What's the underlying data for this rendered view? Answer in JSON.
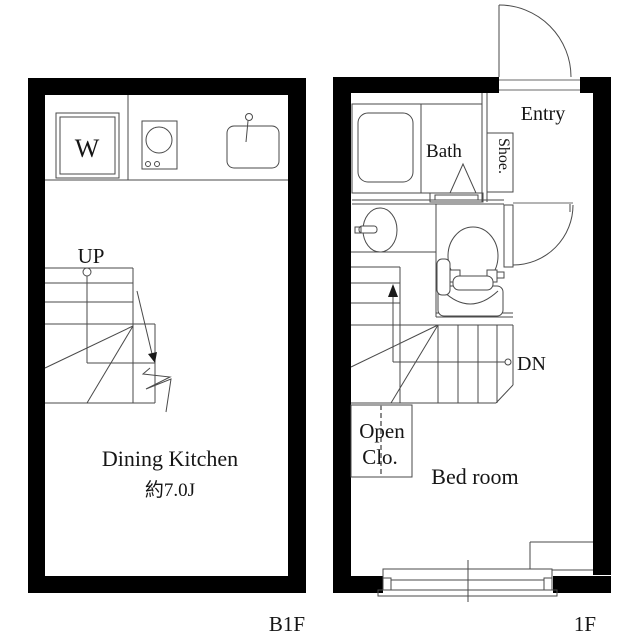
{
  "colors": {
    "wall": "#000000",
    "line": "#4a4a4a",
    "text": "#151515",
    "background": "#ffffff"
  },
  "b1f": {
    "floor_label": "B1F",
    "washer_label": "W",
    "stairs_label": "UP",
    "room_name": "Dining Kitchen",
    "room_area": "約7.0J"
  },
  "f1": {
    "floor_label": "1F",
    "entry_label": "Entry",
    "shoe_label": "Shoe.",
    "bath_label": "Bath",
    "stairs_label": "DN",
    "closet_line1": "Open",
    "closet_line2": "Clo.",
    "room_name": "Bed room"
  }
}
